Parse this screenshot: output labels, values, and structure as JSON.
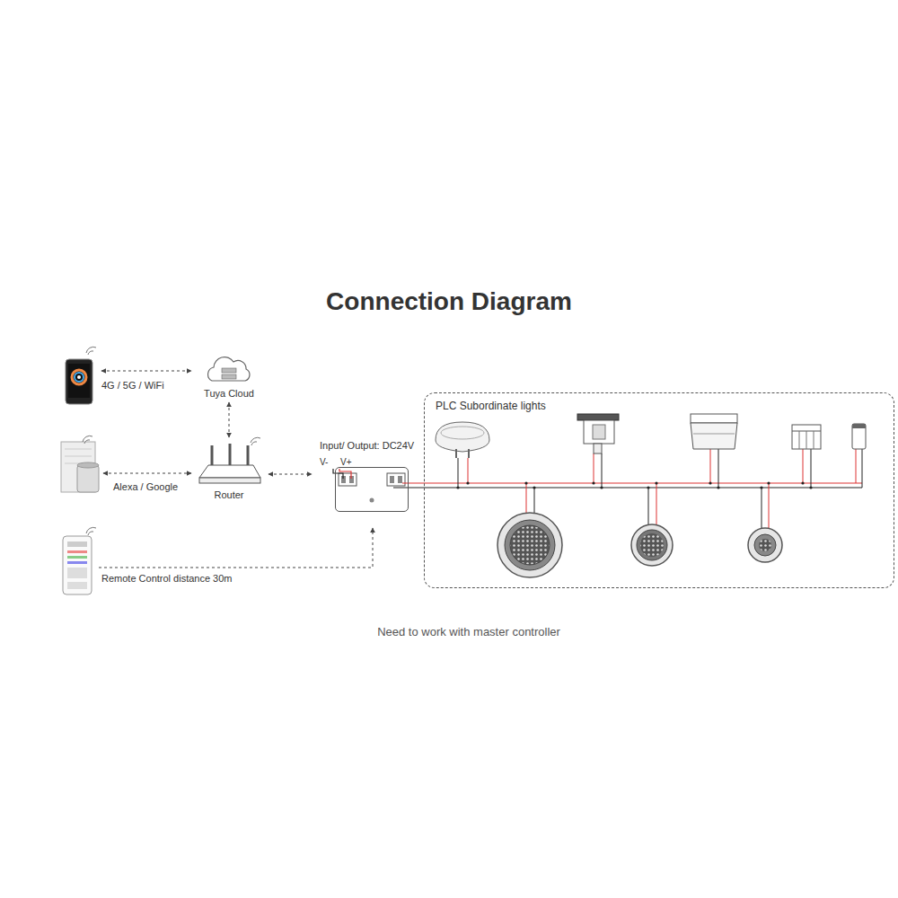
{
  "diagram": {
    "title": "Connection Diagram",
    "caption": "Need to work with master controller",
    "nodes": [
      {
        "text": [
          "Tuya Cloud"
        ]
      },
      {
        "text": [
          "Router"
        ]
      },
      {
        "text": [
          "Input/ Output: DC24V"
        ]
      },
      {
        "text": [
          "PLC Subordinate lights"
        ]
      }
    ],
    "edges": [
      {
        "from": 0,
        "to": 1,
        "arrow": "both"
      },
      {
        "from": 1,
        "to": 2,
        "arrow": "both"
      }
    ],
    "labels": [
      "4G / 5G / WiFi",
      "Alexa / Google",
      "Remote Control distance 30m",
      "V-",
      "V+"
    ]
  }
}
